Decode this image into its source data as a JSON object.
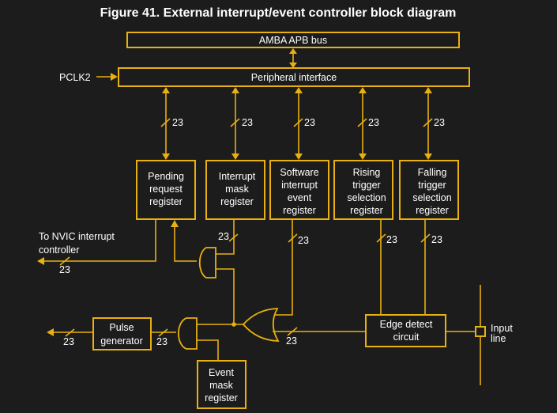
{
  "title": "Figure 41. External interrupt/event controller block diagram",
  "colors": {
    "accent": "#e8b010",
    "background": "#1c1c1c",
    "text": "#ffffff"
  },
  "blocks": {
    "amba": "AMBA APB bus",
    "peripheral": "Peripheral interface",
    "pending": [
      "Pending",
      "request",
      "register"
    ],
    "int_mask": [
      "Interrupt",
      "mask",
      "register"
    ],
    "software": [
      "Software",
      "interrupt",
      "event",
      "register"
    ],
    "rising": [
      "Rising",
      "trigger",
      "selection",
      "register"
    ],
    "falling": [
      "Falling",
      "trigger",
      "selection",
      "register"
    ],
    "edge": [
      "Edge detect",
      "circuit"
    ],
    "pulse": [
      "Pulse",
      "generator"
    ],
    "event_mask": [
      "Event",
      "mask",
      "register"
    ]
  },
  "labels": {
    "pclk": "PCLK2",
    "nvic": [
      "To NVIC interrupt",
      "controller"
    ],
    "input": [
      "Input",
      "line"
    ]
  },
  "bus_width": "23"
}
